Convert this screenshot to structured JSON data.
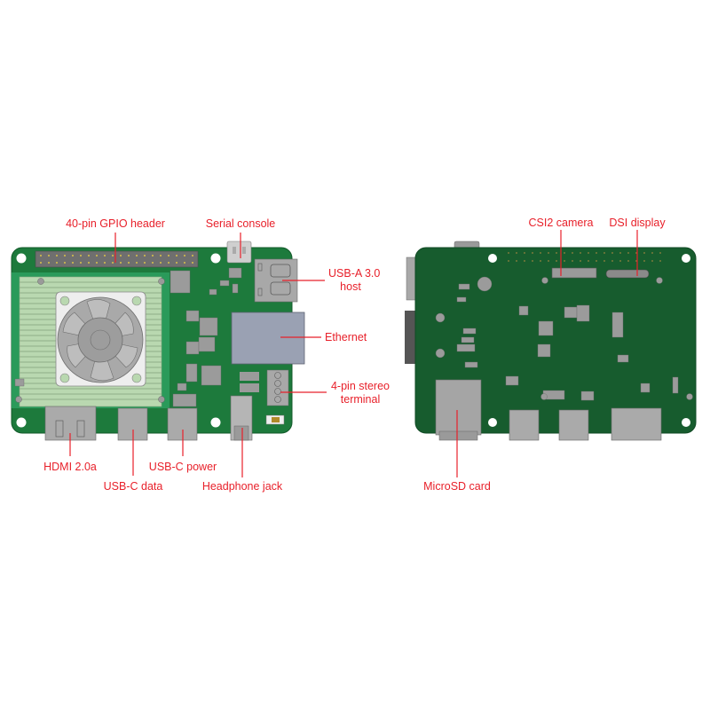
{
  "colors": {
    "background": "#ffffff",
    "pcb_green": "#1d7a3c",
    "pcb_green_back": "#175c2e",
    "pcb_edge": "#135a2a",
    "heatsink": "#b9d8b0",
    "metal": "#9b9b9b",
    "ethernet": "#9aa1b3",
    "label_red": "#e8202a"
  },
  "diagram": {
    "title": "Board top and bottom views with labelled connectors",
    "views": [
      {
        "id": "top-view",
        "labels": {
          "gpio": "40-pin GPIO header",
          "serial": "Serial console",
          "usba": "USB-A 3.0",
          "usba2": "host",
          "ethernet": "Ethernet",
          "stereo": "4-pin stereo",
          "stereo2": "terminal",
          "hdmi": "HDMI 2.0a",
          "usbc_data": "USB-C data",
          "usbc_power": "USB-C power",
          "headphone": "Headphone jack"
        }
      },
      {
        "id": "bottom-view",
        "labels": {
          "csi": "CSI2 camera",
          "dsi": "DSI display",
          "microsd": "MicroSD card"
        }
      }
    ]
  }
}
